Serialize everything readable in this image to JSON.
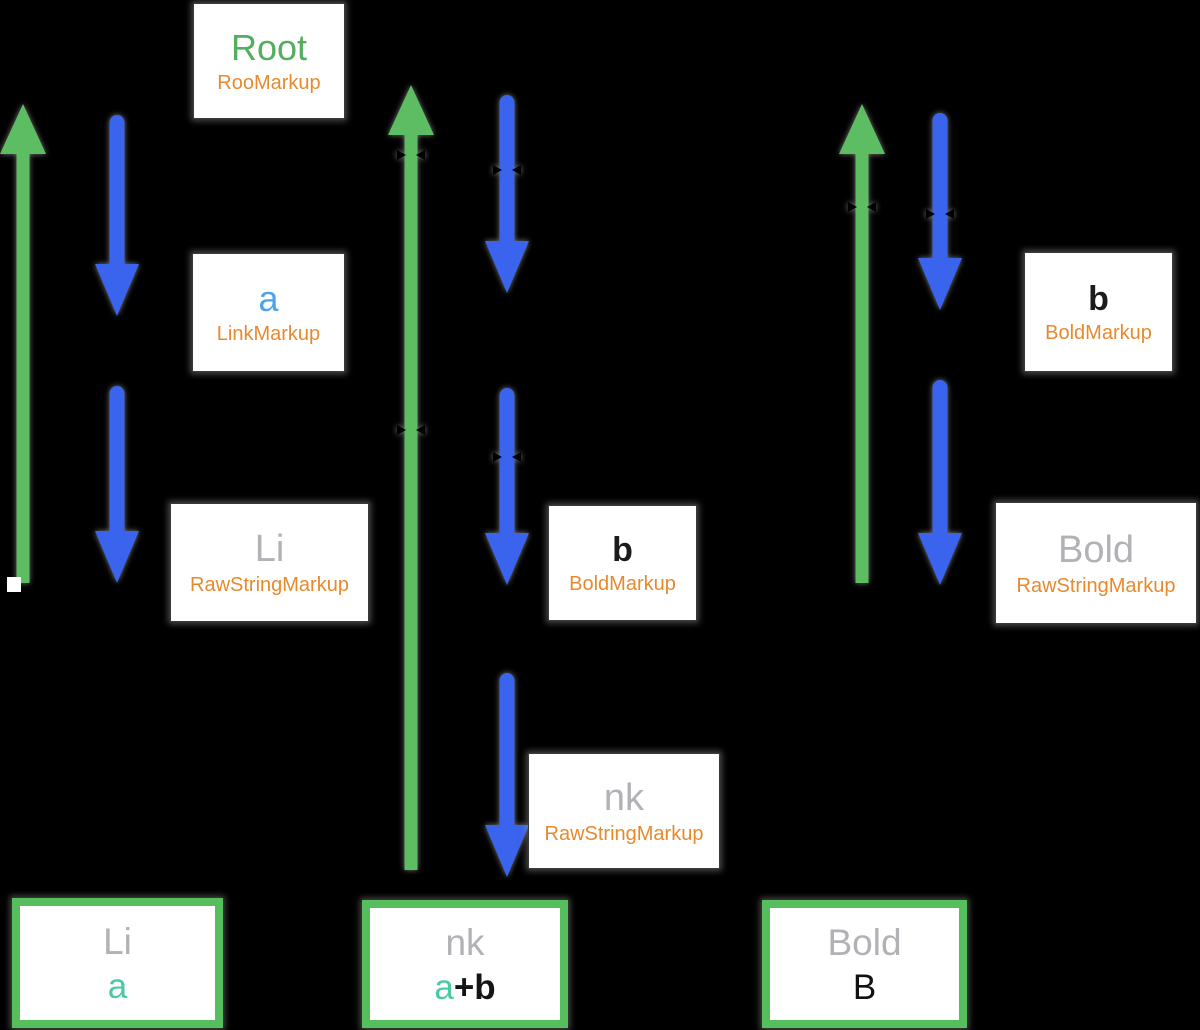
{
  "diagram": {
    "background": "#000000",
    "colors": {
      "arrow_blue": "#3a63ee",
      "arrow_green": "#5cbd62",
      "result_border_green": "#57be5e",
      "title_green": "#53ae5e",
      "title_blue": "#4fa3ec",
      "title_gray": "#b2b2b6",
      "title_black": "#1c1c1e",
      "subtitle_orange": "#e78a2e",
      "value_mint": "#4acaa4",
      "box_background": "#ffffff"
    },
    "nodes": [
      {
        "title": "Root",
        "subtitle": "RooMarkup",
        "title_style": "green"
      },
      {
        "title": "a",
        "subtitle": "LinkMarkup",
        "title_style": "blue"
      },
      {
        "title": "Li",
        "subtitle": "RawStringMarkup",
        "title_style": "gray"
      },
      {
        "title": "b",
        "subtitle": "BoldMarkup",
        "title_style": "black"
      },
      {
        "title": "nk",
        "subtitle": "RawStringMarkup",
        "title_style": "gray"
      },
      {
        "title": "b",
        "subtitle": "BoldMarkup",
        "title_style": "black"
      },
      {
        "title": "Bold",
        "subtitle": "RawStringMarkup",
        "title_style": "gray"
      }
    ],
    "results": [
      {
        "title": "Li",
        "value_parts": [
          {
            "text": "a",
            "style": "mint"
          }
        ]
      },
      {
        "title": "nk",
        "value_parts": [
          {
            "text": "a",
            "style": "mint"
          },
          {
            "text": "+b",
            "style": "black"
          }
        ]
      },
      {
        "title": "Bold",
        "value_parts": [
          {
            "text": "B",
            "style": "black"
          }
        ]
      }
    ],
    "arrows": [
      {
        "name": "up-arrow-green-left"
      },
      {
        "name": "down-arrow-blue-left-1"
      },
      {
        "name": "down-arrow-blue-left-2"
      },
      {
        "name": "up-arrow-green-middle"
      },
      {
        "name": "down-arrow-blue-middle-1"
      },
      {
        "name": "down-arrow-blue-middle-2"
      },
      {
        "name": "down-arrow-blue-middle-3"
      },
      {
        "name": "up-arrow-green-right"
      },
      {
        "name": "down-arrow-blue-right-1"
      },
      {
        "name": "down-arrow-blue-right-2"
      }
    ]
  }
}
